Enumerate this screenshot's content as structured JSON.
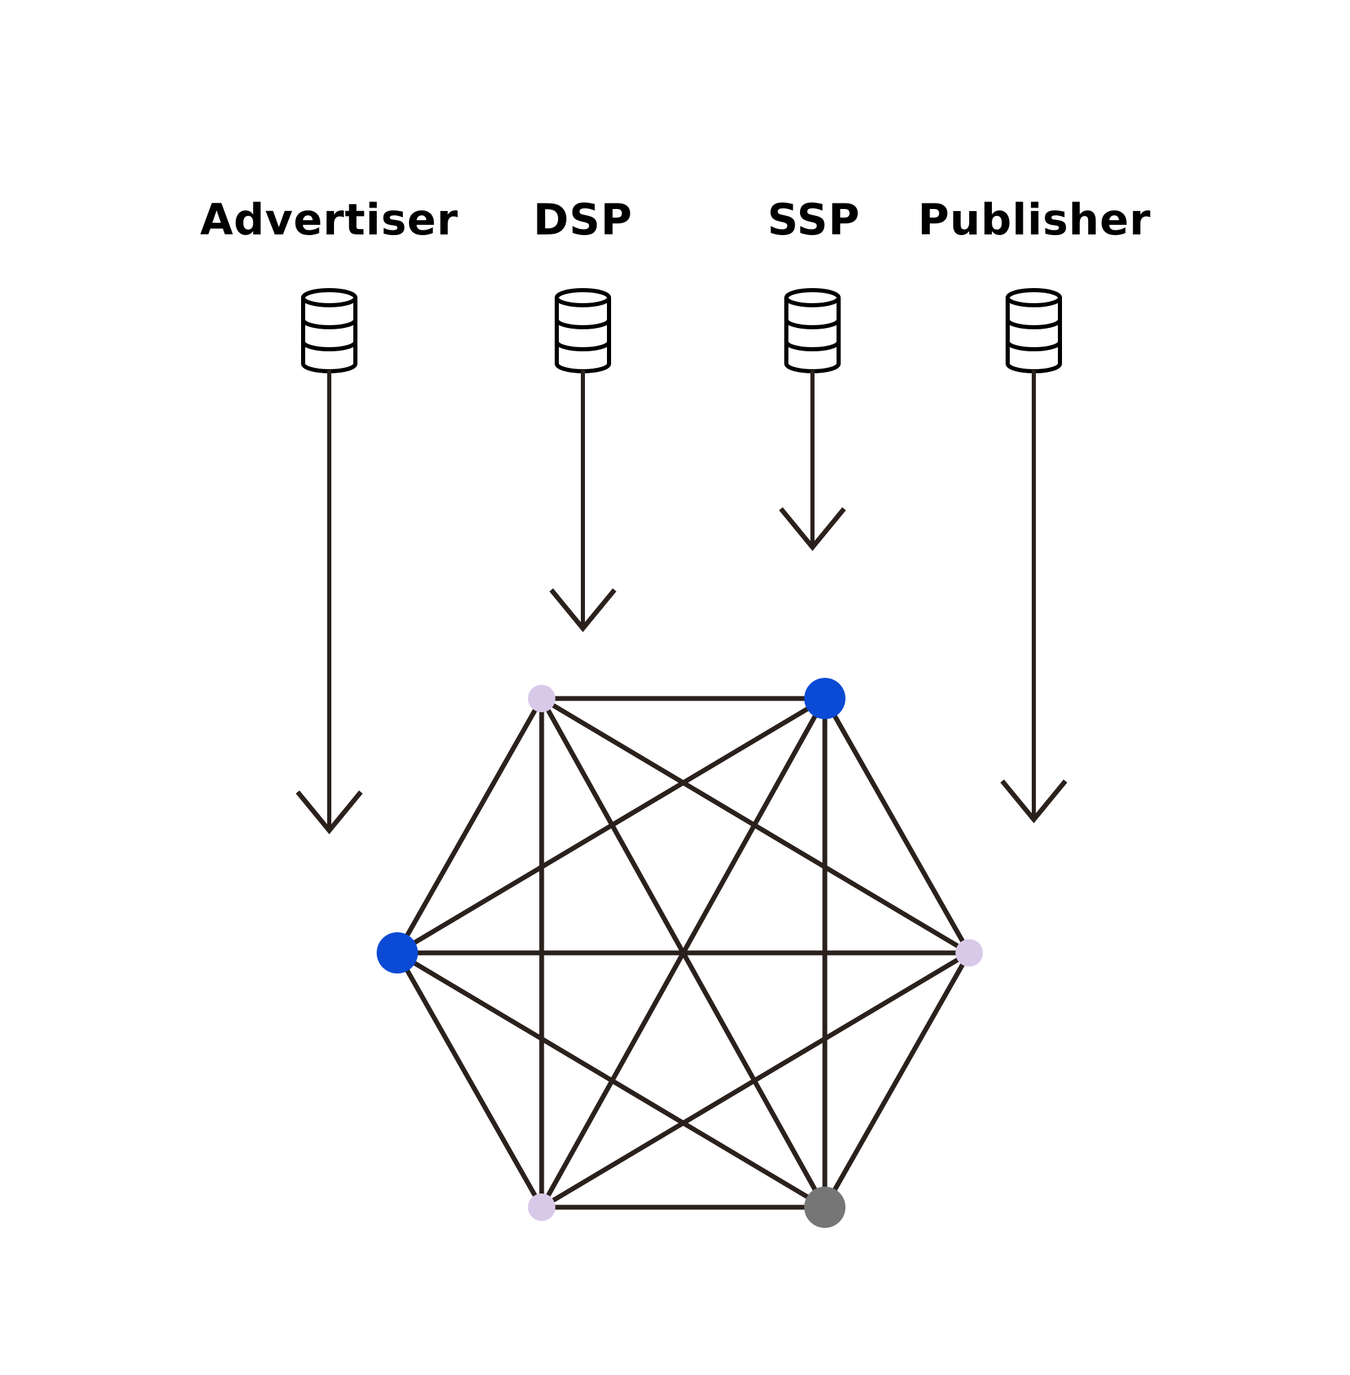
{
  "colors": {
    "background": "#ffffff",
    "line": "#2b211c",
    "node_blue": "#0b4ad4",
    "node_lavender": "#d8c9e9",
    "node_gray": "#767676"
  },
  "sources": [
    {
      "id": "advertiser",
      "label": "Advertiser",
      "icon": "database-icon"
    },
    {
      "id": "dsp",
      "label": "DSP",
      "icon": "database-icon"
    },
    {
      "id": "ssp",
      "label": "SSP",
      "icon": "database-icon"
    },
    {
      "id": "publisher",
      "label": "Publisher",
      "icon": "database-icon"
    }
  ],
  "network": {
    "nodes": [
      {
        "id": "top-left",
        "color": "lavender"
      },
      {
        "id": "top-right",
        "color": "blue"
      },
      {
        "id": "left",
        "color": "blue"
      },
      {
        "id": "right",
        "color": "lavender"
      },
      {
        "id": "bottom-left",
        "color": "lavender"
      },
      {
        "id": "bottom-right",
        "color": "gray"
      }
    ],
    "fully_connected": true
  }
}
